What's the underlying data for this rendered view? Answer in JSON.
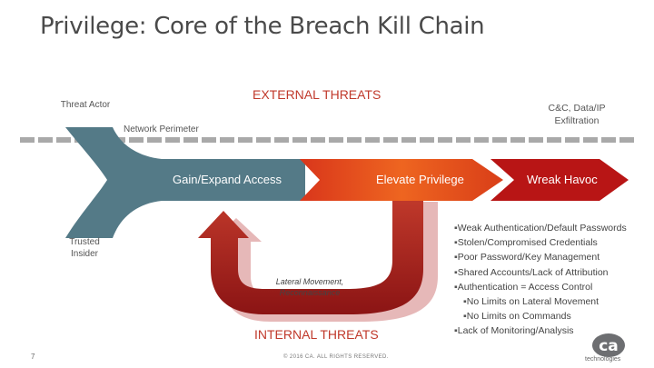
{
  "title": "Privilege: Core of the Breach Kill Chain",
  "labels": {
    "external_threats": "EXTERNAL THREATS",
    "internal_threats": "INTERNAL THREATS",
    "threat_actor": "Threat Actor",
    "trusted_insider": "Trusted Insider",
    "network_perimeter": "Network Perimeter",
    "cc_exfiltration": "C&C, Data/IP Exfiltration",
    "lateral_movement": "Lateral Movement, Reconnaissance"
  },
  "stages": [
    "Gain/Expand Access",
    "Elevate Privilege",
    "Wreak Havoc"
  ],
  "bullets": [
    "Weak Authentication/Default Passwords",
    "Stolen/Compromised Credentials",
    "Poor Password/Key Management",
    "Shared Accounts/Lack of Attribution",
    "Authentication = Access Control",
    "No Limits on Lateral Movement",
    "No Limits on Commands",
    "Lack of Monitoring/Analysis"
  ],
  "footer": {
    "page_number": "7",
    "copyright": "© 2016 CA. ALL RIGHTS RESERVED."
  },
  "logo": {
    "mark": "ca",
    "text": "technologies"
  },
  "colors": {
    "arrow_teal": "#547a87",
    "arrow_orange": "#e8501e",
    "arrow_red": "#b81515",
    "loop_red": "#a51d1d",
    "title_gray": "#4a4a4a",
    "threat_red": "#c0392b"
  }
}
